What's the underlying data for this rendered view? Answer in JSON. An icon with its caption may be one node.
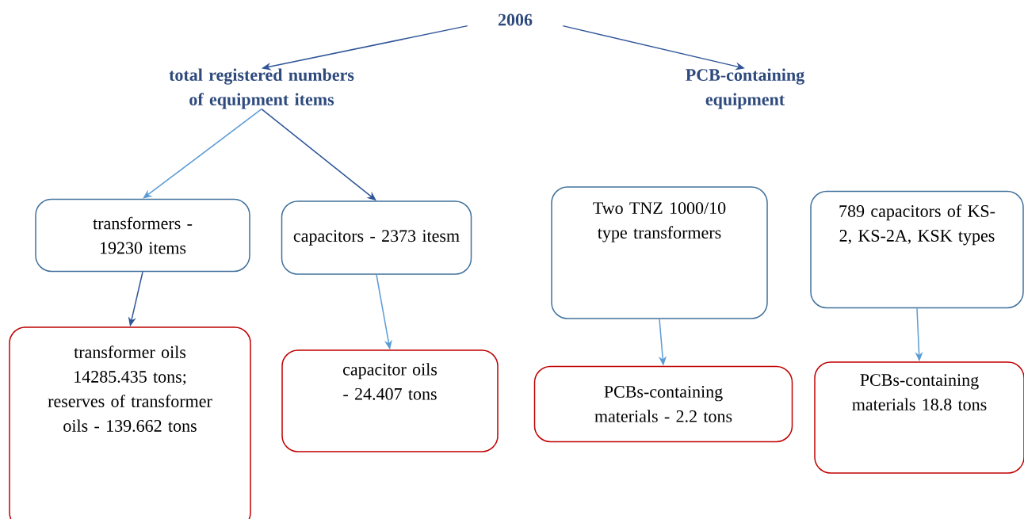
{
  "diagram": {
    "nodes": [
      {
        "text": [
          "2006"
        ]
      },
      {
        "text": [
          "total registered numbers of equipment items"
        ]
      },
      {
        "text": [
          "PCB-containing equipment"
        ]
      },
      {
        "text": [
          "transformers - 19230 items"
        ]
      },
      {
        "text": [
          "capacitors - 2373 itesm"
        ]
      },
      {
        "text": [
          "Two TNZ 1000/10 type transformers"
        ]
      },
      {
        "text": [
          "789 capacitors of KS-2, KS-2A, KSK types"
        ]
      },
      {
        "text": [
          "transformer oils 14285.435 tons; reserves of transformer oils - 139.662 tons"
        ]
      },
      {
        "text": [
          "capacitor oils - 24.407 tons"
        ]
      },
      {
        "text": [
          "PCBs-containing materials - 2.2 tons"
        ]
      },
      {
        "text": [
          "PCBs-containing materials 18.8 tons"
        ]
      }
    ],
    "edges": [
      {
        "from": 0,
        "to": 1,
        "arrow": "to"
      },
      {
        "from": 0,
        "to": 2,
        "arrow": "to"
      },
      {
        "from": 1,
        "to": 3,
        "arrow": "to",
        "color": "#5b9bd5"
      },
      {
        "from": 1,
        "to": 4,
        "arrow": "to"
      },
      {
        "from": 3,
        "to": 7,
        "arrow": "to"
      },
      {
        "from": 4,
        "to": 8,
        "arrow": "to",
        "color": "#5b9bd5"
      },
      {
        "from": 5,
        "to": 9,
        "arrow": "to",
        "color": "#5b9bd5"
      },
      {
        "from": 6,
        "to": 10,
        "arrow": "to",
        "color": "#5b9bd5"
      }
    ]
  }
}
